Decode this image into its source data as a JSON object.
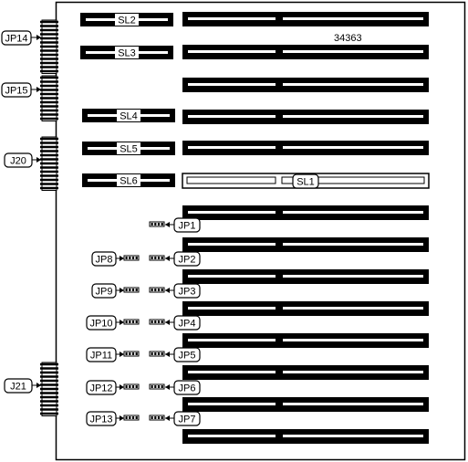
{
  "figure_id": "34363",
  "edge_connectors": [
    "JP14",
    "JP15",
    "J20",
    "J21"
  ],
  "short_slots": [
    "SL2",
    "SL3",
    "SL4",
    "SL5",
    "SL6"
  ],
  "highlighted_slot": "SL1",
  "right_jumpers": [
    "JP1",
    "JP2",
    "JP3",
    "JP4",
    "JP5",
    "JP6",
    "JP7"
  ],
  "left_jumpers": [
    "JP8",
    "JP9",
    "JP10",
    "JP11",
    "JP12",
    "JP13"
  ]
}
